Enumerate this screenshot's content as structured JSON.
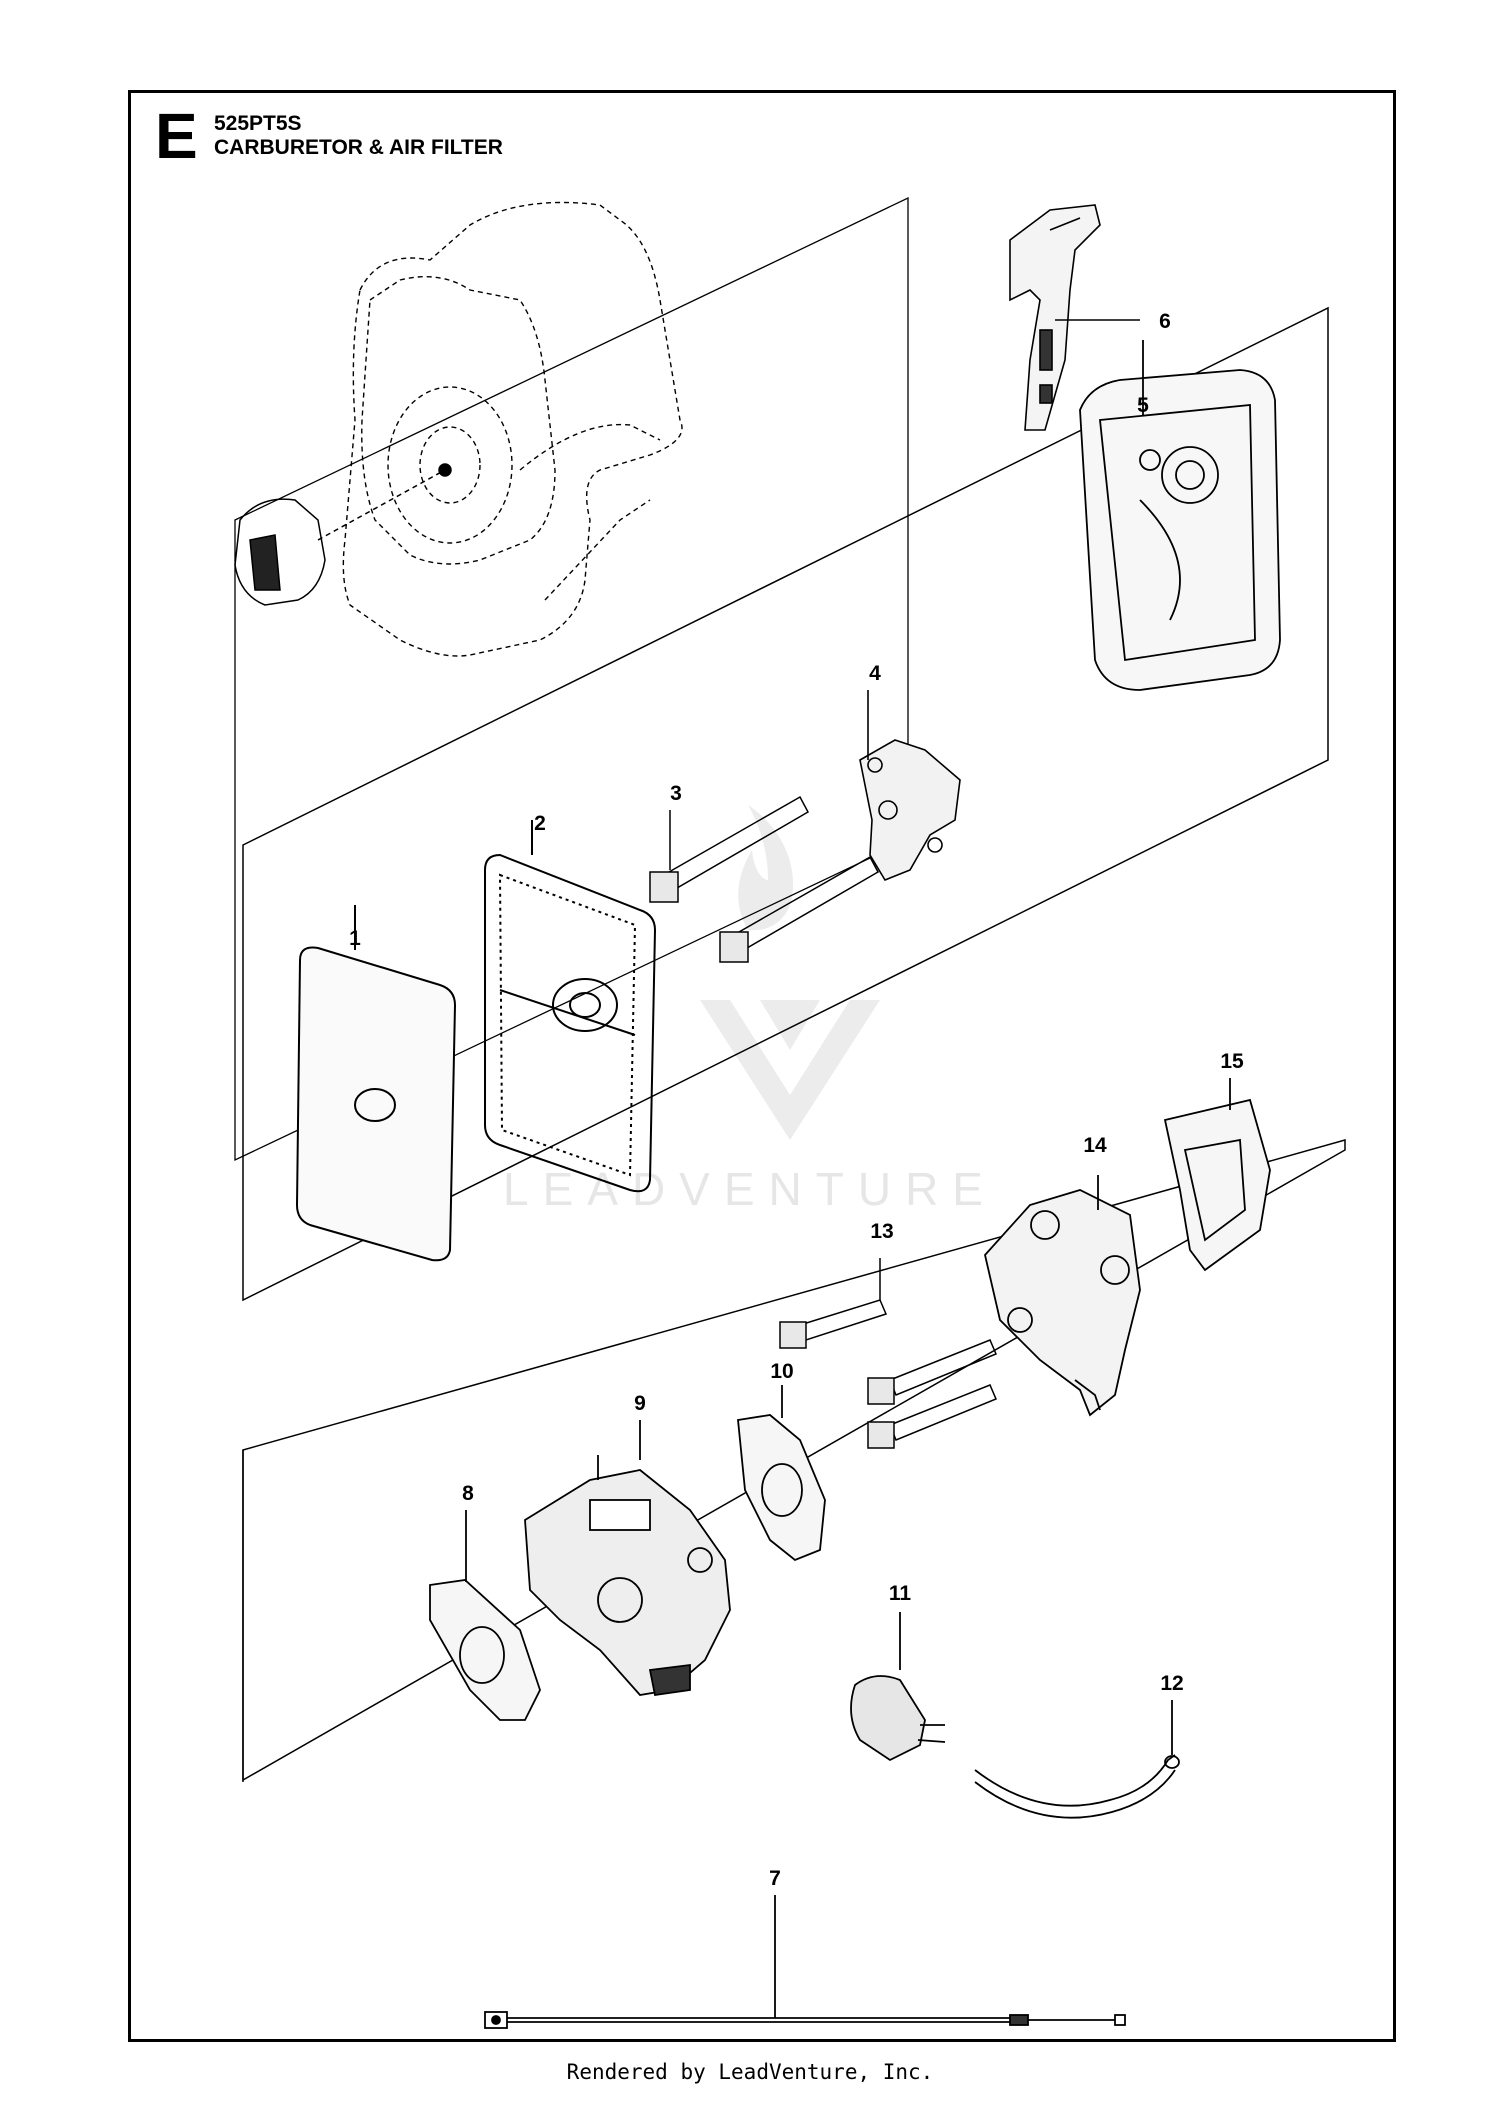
{
  "header": {
    "section_letter": "E",
    "model": "525PT5S",
    "title": "CARBURETOR & AIR FILTER"
  },
  "watermark": {
    "text": "LEADVENTURE"
  },
  "footer": {
    "text": "Rendered by LeadVenture, Inc."
  },
  "callouts": [
    "1",
    "2",
    "3",
    "4",
    "5",
    "6",
    "7",
    "8",
    "9",
    "10",
    "11",
    "12",
    "13",
    "14",
    "15"
  ]
}
